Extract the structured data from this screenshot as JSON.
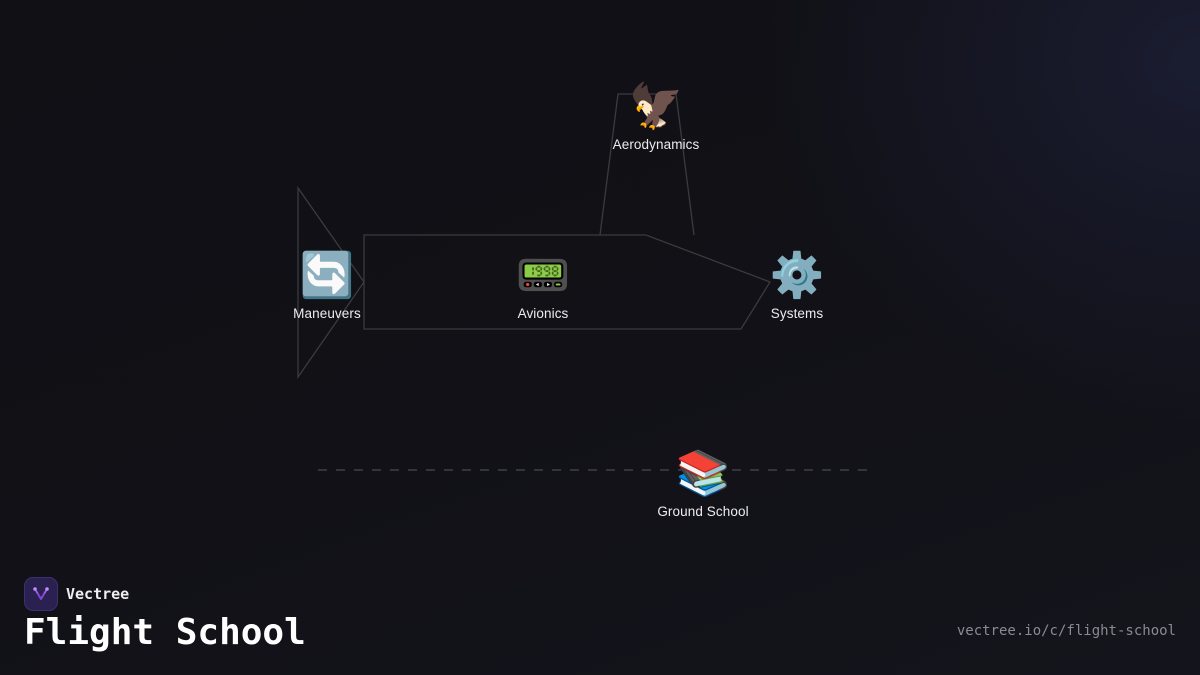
{
  "brand": {
    "name": "Vectree",
    "logo_icon": "vectree-logo-icon",
    "accent": "#a15cf0"
  },
  "title": "Flight School",
  "url": "vectree.io/c/flight-school",
  "diagram": {
    "line_color": "#3a3a42",
    "nodes": [
      {
        "id": "aerodynamics",
        "label": "Aerodynamics",
        "icon": "🦅",
        "icon_name": "eagle-icon"
      },
      {
        "id": "maneuvers",
        "label": "Maneuvers",
        "icon": "🔄",
        "icon_name": "cycle-arrows-icon"
      },
      {
        "id": "avionics",
        "label": "Avionics",
        "icon": "📟",
        "icon_name": "pager-icon"
      },
      {
        "id": "systems",
        "label": "Systems",
        "icon": "⚙️",
        "icon_name": "gear-icon"
      },
      {
        "id": "ground-school",
        "label": "Ground School",
        "icon": "📚",
        "icon_name": "books-icon"
      }
    ]
  }
}
